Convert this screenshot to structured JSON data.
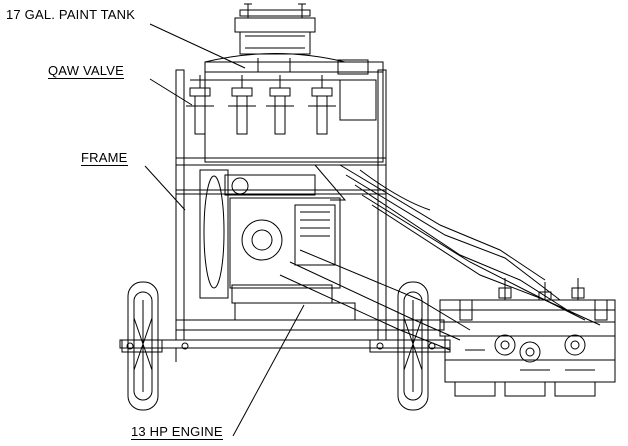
{
  "diagram": {
    "labels": {
      "paint_tank": "17 GAL. PAINT TANK",
      "valve": "QAW VALVE",
      "frame": "FRAME",
      "engine": "13 HP ENGINE"
    },
    "colors": {
      "ink": "#000000",
      "background": "#ffffff"
    }
  }
}
